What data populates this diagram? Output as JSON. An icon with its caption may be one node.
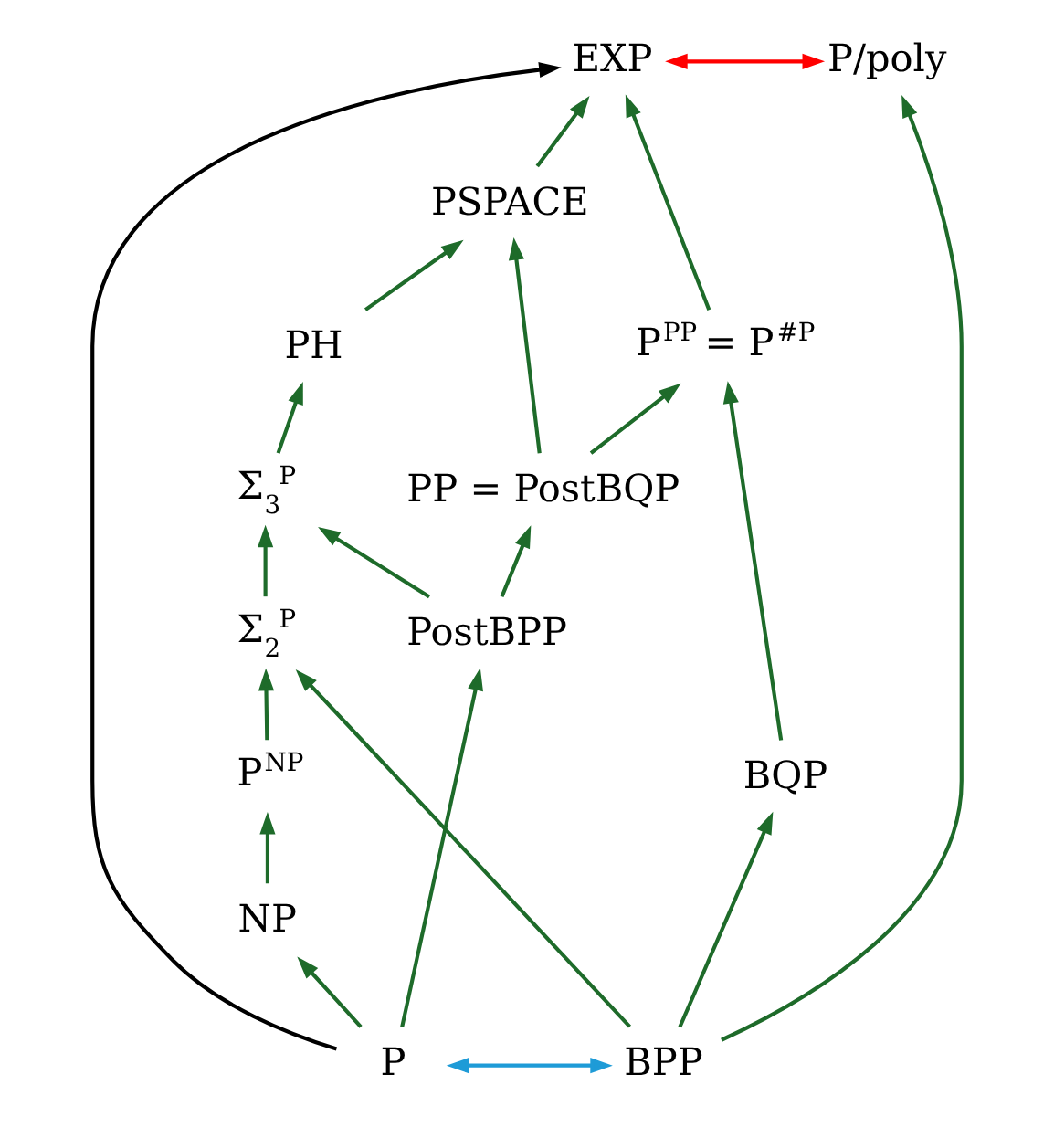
{
  "diagram": {
    "nodes": [
      {
        "text": [
          "EXP"
        ]
      },
      {
        "text": [
          "P/poly"
        ]
      },
      {
        "text": [
          "PSPACE"
        ]
      },
      {
        "text": [
          "P$^{PP}$ = P$^{#P}$"
        ]
      },
      {
        "text": [
          "PP = PostBQP"
        ]
      },
      {
        "text": [
          "PH"
        ]
      },
      {
        "text": [
          "Σ$_{3}$$^{P}$"
        ]
      },
      {
        "text": [
          "BQP"
        ]
      },
      {
        "text": [
          "PostBPP"
        ]
      },
      {
        "text": [
          "Σ$_{2}$$^{P}$"
        ]
      },
      {
        "text": [
          "P$^{NP}$"
        ]
      },
      {
        "text": [
          "NP"
        ]
      },
      {
        "text": [
          "P"
        ]
      },
      {
        "text": [
          "BPP"
        ]
      }
    ],
    "edges": [
      {
        "from": 2,
        "to": 0,
        "arrow": "to"
      },
      {
        "from": 3,
        "to": 0,
        "arrow": "to"
      },
      {
        "from": 4,
        "to": 2,
        "arrow": "to"
      },
      {
        "from": 4,
        "to": 3,
        "arrow": "to"
      },
      {
        "from": 5,
        "to": 2,
        "arrow": "to"
      },
      {
        "from": 7,
        "to": 3,
        "arrow": "to"
      },
      {
        "from": 6,
        "to": 5,
        "arrow": "to"
      },
      {
        "from": 8,
        "to": 4,
        "arrow": "to"
      },
      {
        "from": 8,
        "to": 6,
        "arrow": "to"
      },
      {
        "from": 9,
        "to": 6,
        "arrow": "to"
      },
      {
        "from": 10,
        "to": 9,
        "arrow": "to"
      },
      {
        "from": 11,
        "to": 10,
        "arrow": "to"
      },
      {
        "from": 12,
        "to": 8,
        "arrow": "to"
      },
      {
        "from": 12,
        "to": 11,
        "arrow": "to"
      },
      {
        "from": 13,
        "to": 9,
        "arrow": "to"
      },
      {
        "from": 13,
        "to": 7,
        "arrow": "to"
      },
      {
        "from": 13,
        "to": 1,
        "arrow": "to"
      },
      {
        "from": 12,
        "to": 0,
        "arrow": "to",
        "color": "#000000"
      },
      {
        "from": 0,
        "to": 1,
        "arrow": "both",
        "color": "#ff0000"
      },
      {
        "from": 12,
        "to": 13,
        "arrow": "both",
        "color": "#1e9bd7"
      }
    ]
  }
}
